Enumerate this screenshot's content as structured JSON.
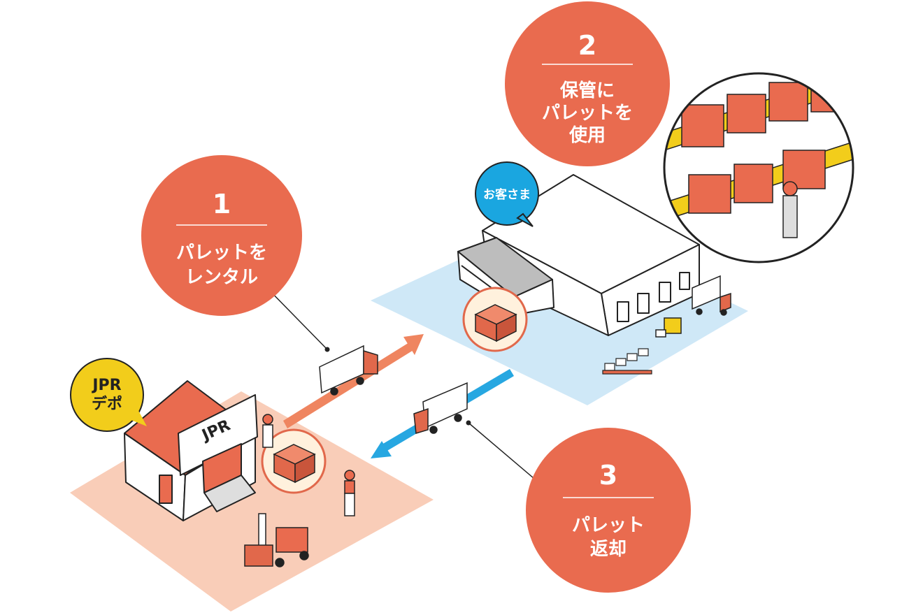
{
  "steps": [
    {
      "number": "1",
      "line1": "パレットを",
      "line2": "レンタル",
      "line3": ""
    },
    {
      "number": "2",
      "line1": "保管に",
      "line2": "パレットを",
      "line3": "使用"
    },
    {
      "number": "3",
      "line1": "パレット",
      "line2": "返却",
      "line3": ""
    }
  ],
  "bubbles": {
    "depot_line1": "JPR",
    "depot_line2": "デポ",
    "customer": "お客さま"
  },
  "depot_sign": "JPR",
  "colors": {
    "step_circle": "#e96b4f",
    "depot_ground": "#f9cdb8",
    "customer_ground": "#cfe8f7",
    "depot_bubble": "#f2cd1b",
    "customer_bubble": "#1aa6e0",
    "outbound_arrow": "#ef8560",
    "return_arrow": "#27a7e1",
    "pallet": "#e1684b"
  }
}
